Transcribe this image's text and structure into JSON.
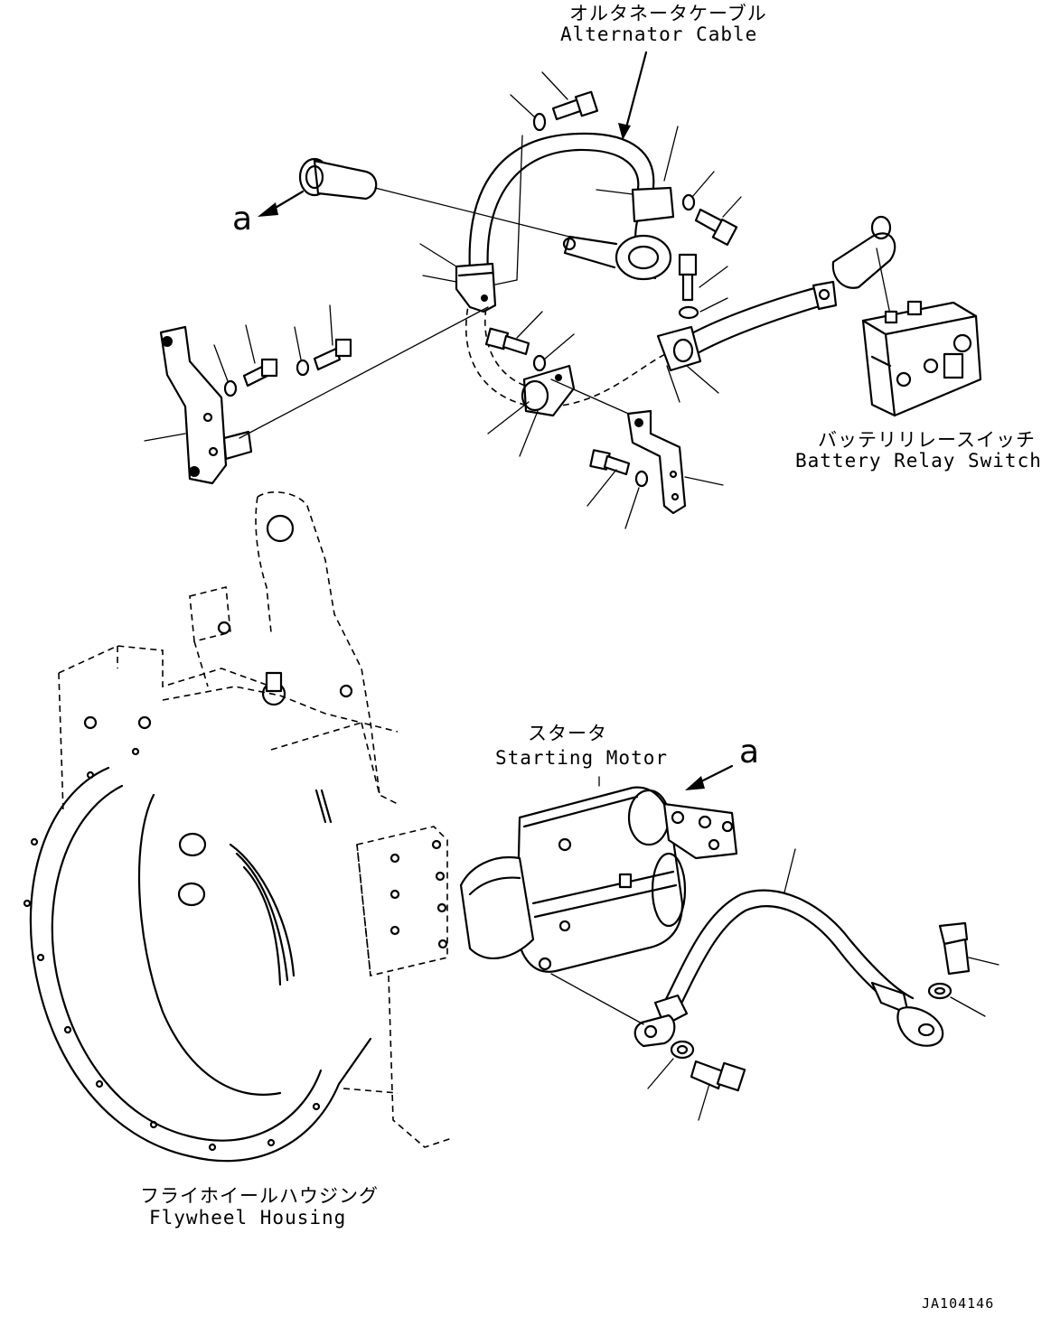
{
  "labels": {
    "alternator_cable_jp": "オルタネータケーブル",
    "alternator_cable_en": "Alternator Cable",
    "battery_relay_switch_jp": "バッテリリレースイッチ",
    "battery_relay_switch_en": "Battery Relay Switch",
    "starting_motor_jp": "スタータ",
    "starting_motor_en": "Starting Motor",
    "flywheel_housing_jp": "フライホイールハウジング",
    "flywheel_housing_en": "Flywheel Housing"
  },
  "view_markers": {
    "a_top": "a",
    "a_bottom": "a"
  },
  "document_id": "JA104146"
}
